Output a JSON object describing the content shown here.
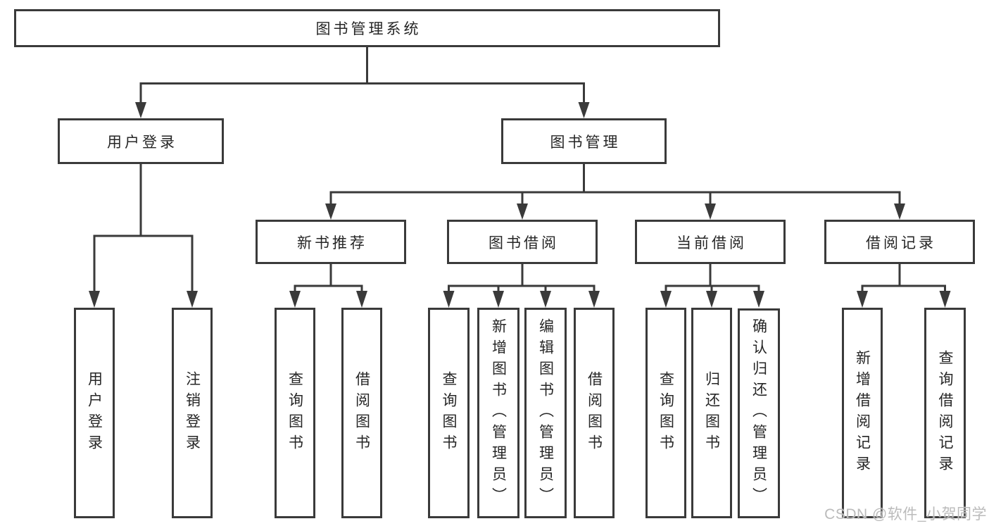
{
  "colors": {
    "line": "#3a3a3a",
    "text": "#262626",
    "background": "#ffffff",
    "watermark": "#b7b7b7"
  },
  "tree": {
    "root": {
      "label": "图书管理系统"
    },
    "branches": [
      {
        "label": "用户登录",
        "children": [
          {
            "label": "用户登录"
          },
          {
            "label": "注销登录"
          }
        ]
      },
      {
        "label": "图书管理",
        "children": [
          {
            "label": "新书推荐",
            "children": [
              {
                "label": "查询图书"
              },
              {
                "label": "借阅图书"
              }
            ]
          },
          {
            "label": "图书借阅",
            "children": [
              {
                "label": "查询图书"
              },
              {
                "label": "新增图书（管理员）"
              },
              {
                "label": "编辑图书（管理员）"
              },
              {
                "label": "借阅图书"
              }
            ]
          },
          {
            "label": "当前借阅",
            "children": [
              {
                "label": "查询图书"
              },
              {
                "label": "归还图书"
              },
              {
                "label": "确认归还（管理员）"
              }
            ]
          },
          {
            "label": "借阅记录",
            "children": [
              {
                "label": "新增借阅记录"
              },
              {
                "label": "查询借阅记录"
              }
            ]
          }
        ]
      }
    ]
  },
  "watermark": {
    "text": "CSDN @软件_小贺同学"
  }
}
